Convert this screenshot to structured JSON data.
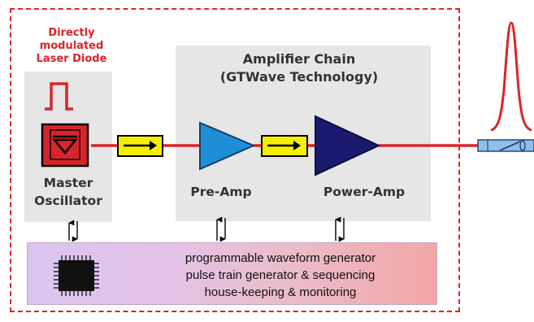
{
  "labels": {
    "laser_diode": [
      "Directly",
      "modulated",
      "Laser Diode"
    ],
    "master_oscillator": [
      "Master",
      "Oscillator"
    ],
    "amplifier_chain": [
      "Amplifier Chain",
      "(GTWave Technology)"
    ],
    "pre_amp": "Pre-Amp",
    "power_amp": "Power-Amp"
  },
  "waveform_box": {
    "lines": [
      "programmable waveform generator",
      "pulse train generator & sequencing",
      "house-keeping & monitoring"
    ]
  },
  "colors": {
    "accent_red": "#d9252a",
    "isolator_yellow": "#f4ee00",
    "pre_amp_blue": "#1e8fd6",
    "power_amp_navy": "#1a1a6e",
    "panel_gray": "#e6e6e6"
  },
  "icons": {
    "pulse": "square-pulse-icon",
    "diode": "laser-diode-icon",
    "chip": "microchip-icon",
    "output_pulse": "gaussian-pulse-icon",
    "output_connector": "fiber-collimator-icon"
  }
}
